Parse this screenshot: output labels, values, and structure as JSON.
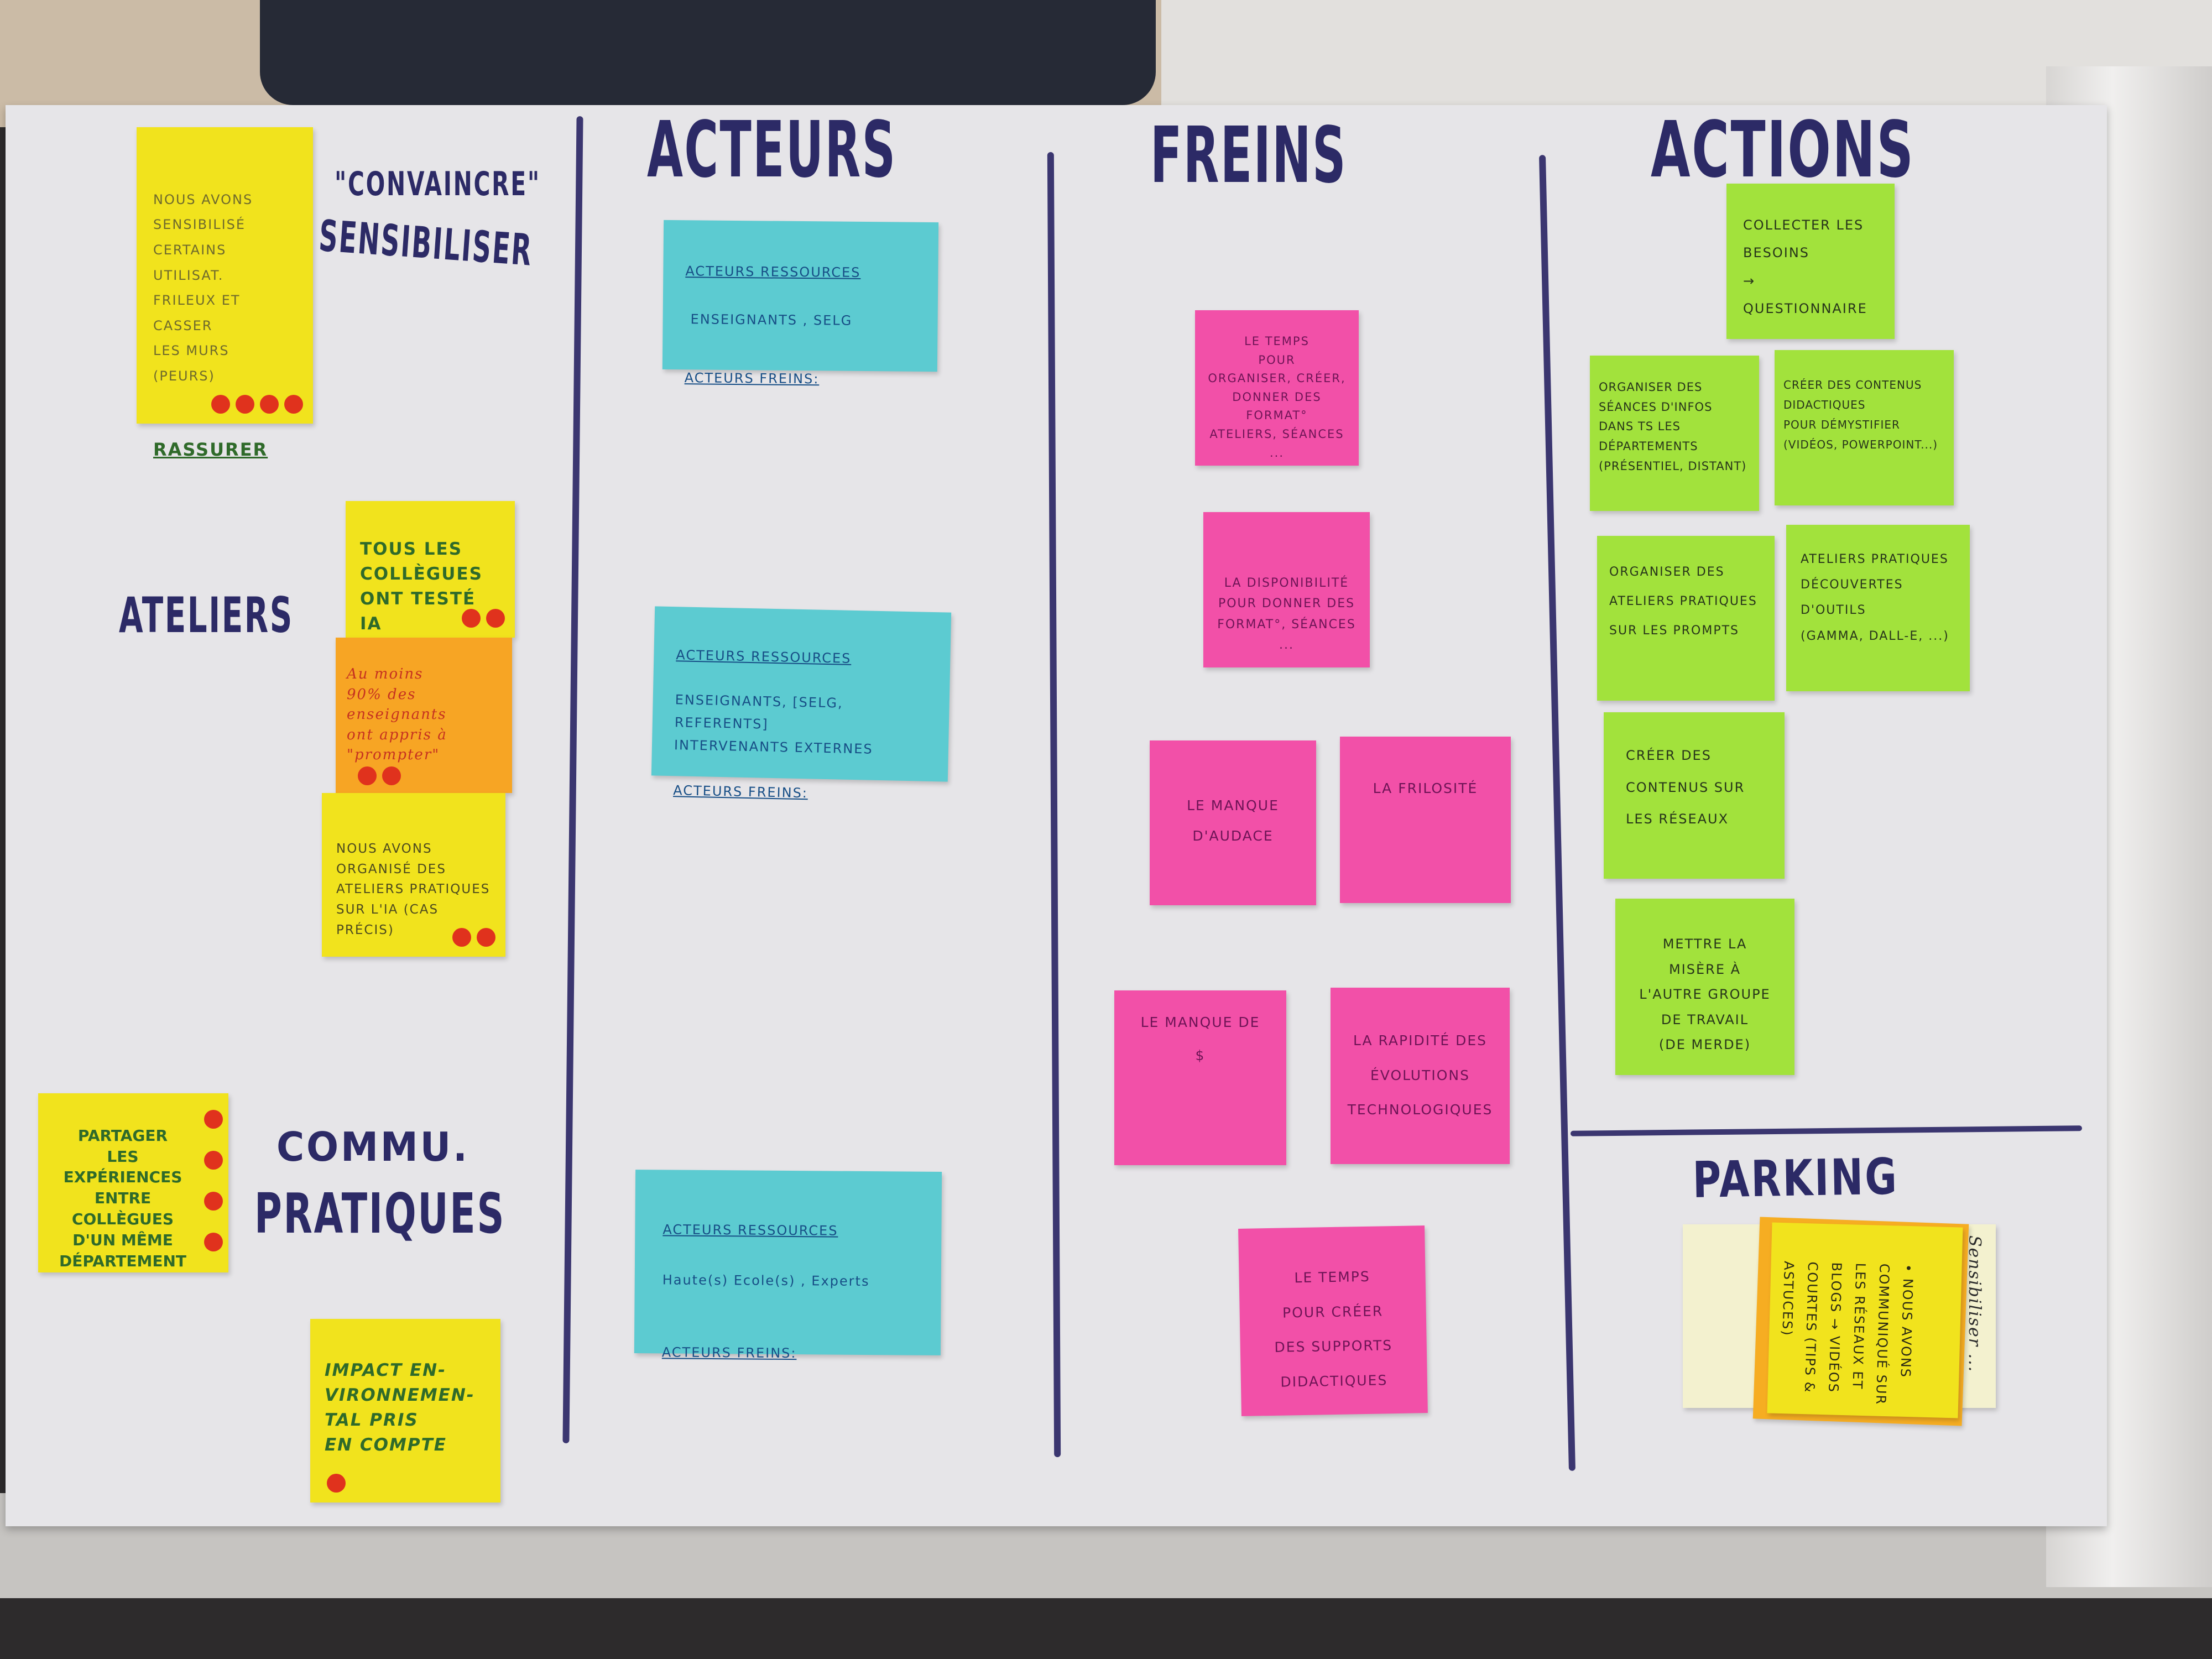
{
  "headings": {
    "acteurs": "ACTEURS",
    "freins": "FREINS",
    "actions": "ACTIONS",
    "parking": "PARKING"
  },
  "row_labels": {
    "convaincre": "\"CONVAINCRE\"",
    "sensibiliser": "SENSIBILISER",
    "ateliers": "ATELIERS",
    "commu": "COMMU.",
    "pratiques": "PRATIQUES"
  },
  "colors": {
    "line": "#3b3670",
    "yellow": "#f1e31d",
    "orange": "#f7a524",
    "blue": "#5ccbd1",
    "pink": "#f250a8",
    "green": "#a2e23c",
    "vote_dot": "#e0321d"
  },
  "left_notes": [
    {
      "text": "Nous avons sensibilisé\ncertains utilisat.\nfrileux et casser\nles murs (peurs)",
      "emphasis": "RASSURER",
      "votes": 4
    },
    {
      "text": "Tous les\ncollègues\nont testé\nIA",
      "votes": 2
    },
    {
      "text": "Au moins\n90% des enseignants\nont appris à\n\"prompter\"",
      "votes": 2
    },
    {
      "text": "Nous avons\norganisé des\nateliers pratiques\nsur l'IA (cas\nprécis)",
      "votes": 2
    },
    {
      "text": "Partager\nles expériences\nentre collègues\nd'un même\ndépartement",
      "votes": 4
    },
    {
      "text": "Impact en-\nvironnemen-\ntal pris\nen compte",
      "votes": 1
    }
  ],
  "acteurs_notes": [
    {
      "ressources_label": "Acteurs ressources",
      "ressources": "Enseignants , SELg",
      "freins_label": "Acteurs freins:"
    },
    {
      "ressources_label": "Acteurs ressources",
      "ressources": "Enseignants, [SELg, Referents]\nIntervenants externes",
      "freins_label": "Acteurs freins:"
    },
    {
      "ressources_label": "Acteurs ressources",
      "ressources": "Haute(s) Ecole(s) , Experts",
      "freins_label": "Acteurs freins:"
    }
  ],
  "freins_notes": [
    "Le temps\npour\norganiser, créer,\ndonner des format°\nateliers, séances\n...",
    "La disponibilité\npour donner des\nformat°, séances\n...",
    "Le manque\nd'audace",
    "La frilosité",
    "Le manque de\n$",
    "La rapidité des\névolutions\ntechnologiques",
    "Le temps\npour créer\ndes supports\ndidactiques"
  ],
  "actions_notes": [
    "Collecter les\nbesoins\n→ Questionnaire",
    "Organiser des\nséances d'infos\ndans ts les\ndépartements\n(présentiel, distant)",
    "Créer des contenus\ndidactiques\npour démystifier\n(vidéos, powerpoint...)",
    "Organiser des\nateliers pratiques\nsur les prompts",
    "Ateliers pratiques\ndécouvertes\nd'outils\n(Gamma, Dall-E, ...)",
    "Créer des\ncontenus sur\nles réseaux",
    "Mettre la\nmisère à\nl'autre groupe\nde travail\n(de merde)"
  ],
  "parking": {
    "main_note": "• Nous avons\ncommuniqué sur\nles réseaux et\nblogs → vidéos\ncourtes (tips & astuces)",
    "side_note": "Sensibiliser ..."
  }
}
